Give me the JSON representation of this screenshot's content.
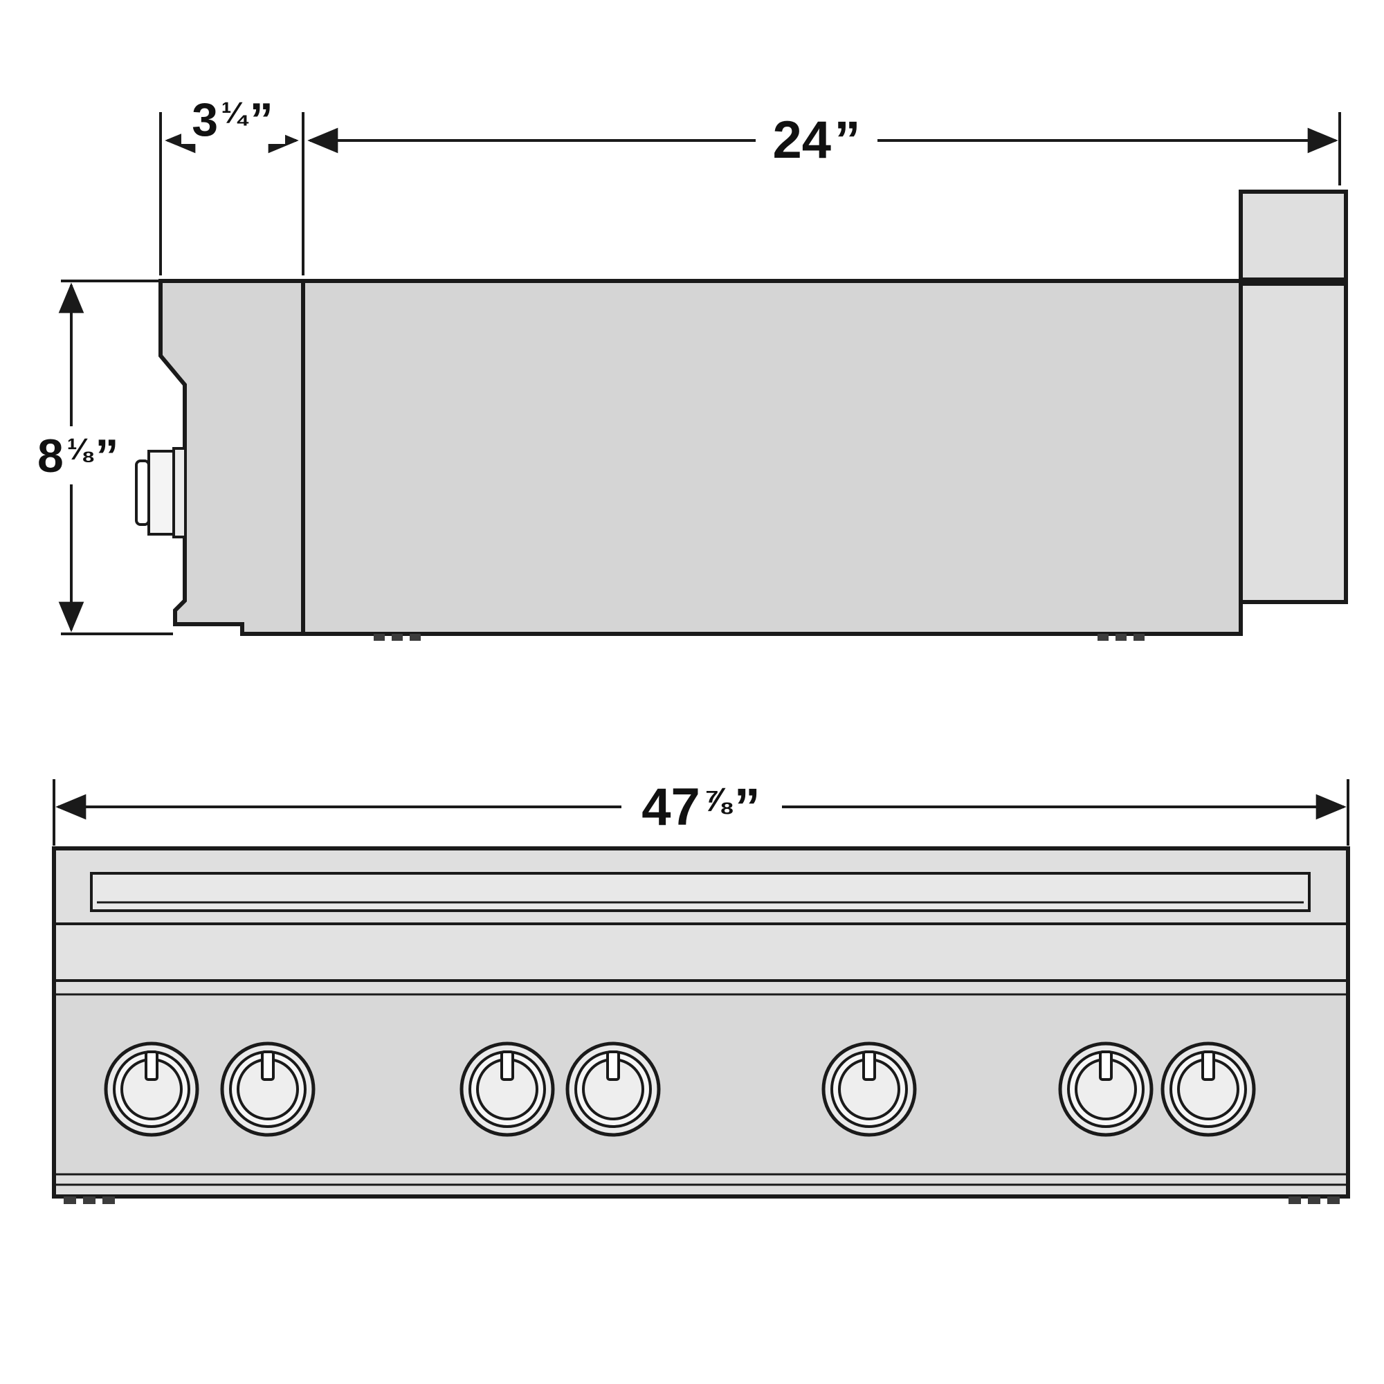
{
  "diagram": {
    "kind": "technical-dimension-drawing",
    "views": [
      "side-elevation",
      "front-elevation"
    ]
  },
  "dimensions": {
    "front_offset": {
      "whole": "3",
      "fraction": "¼",
      "unit": "”"
    },
    "depth": {
      "whole": "24",
      "unit": "”"
    },
    "height": {
      "whole": "8",
      "fraction": "⅛",
      "unit": "”"
    },
    "width": {
      "whole": "47",
      "fraction": "⅞",
      "unit": "”"
    }
  },
  "front_view": {
    "knob_count": 7
  },
  "colors": {
    "line": "#1a1a1a",
    "body_fill": "#d5d5d5",
    "panel_fill": "#dfdfdf",
    "surface_fill": "#e2e2e2",
    "control_face_fill": "#d8d8d8",
    "slot_fill": "#e8e8e8",
    "background": "#ffffff"
  }
}
